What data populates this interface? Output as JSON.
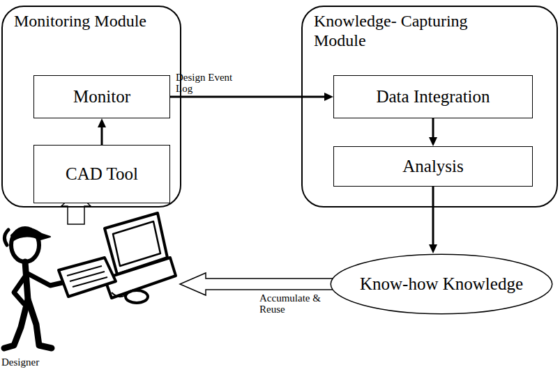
{
  "diagram": {
    "nodes": [
      {
        "text": [
          "Monitoring Module"
        ]
      },
      {
        "text": [
          "Monitor"
        ],
        "in": 0
      },
      {
        "text": [
          "CAD Tool"
        ],
        "in": 0
      },
      {
        "text": [
          "Knowledge- Capturing Module"
        ]
      },
      {
        "text": [
          "Data Integration"
        ],
        "in": 3
      },
      {
        "text": [
          "Analysis"
        ],
        "in": 3
      },
      {
        "text": [
          "Know-how Knowledge"
        ]
      }
    ],
    "edges": [
      {
        "from": 2,
        "to": 1,
        "arrow": "to"
      },
      {
        "from": 1,
        "to": 4,
        "label": "Design Event Log",
        "arrow": "to"
      },
      {
        "from": 4,
        "to": 5,
        "arrow": "to"
      },
      {
        "from": 5,
        "to": 6,
        "arrow": "to"
      }
    ],
    "labels": [
      "Accumulate & Reuse",
      "Designer"
    ]
  }
}
